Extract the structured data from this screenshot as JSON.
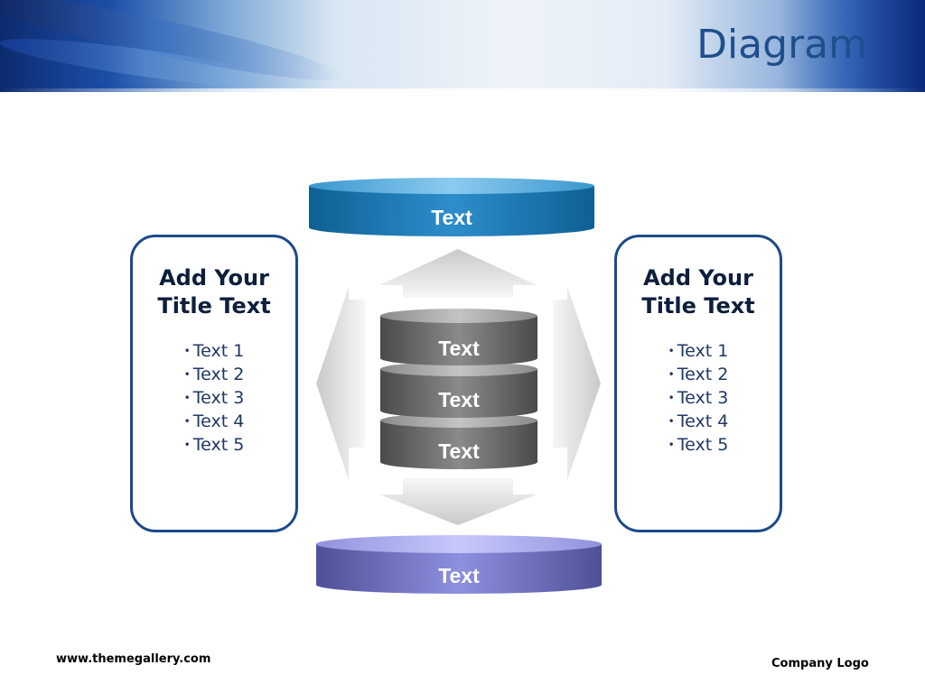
{
  "header": {
    "title": "Diagram"
  },
  "diagram": {
    "top_label": "Text",
    "bottom_label": "Text",
    "stack_labels": [
      "Text",
      "Text",
      "Text"
    ],
    "left_panel": {
      "title_line1": "Add Your",
      "title_line2": "Title Text",
      "items": [
        "Text 1",
        "Text 2",
        "Text 3",
        "Text 4",
        "Text 5"
      ]
    },
    "right_panel": {
      "title_line1": "Add Your",
      "title_line2": "Title Text",
      "items": [
        "Text 1",
        "Text 2",
        "Text 3",
        "Text 4",
        "Text 5"
      ]
    },
    "colors": {
      "top_disc": "#1f7fb8",
      "bottom_disc": "#6f71c0",
      "stack": "#6e6e6e",
      "panel_border": "#1b4a8a"
    }
  },
  "footer": {
    "website": "www.themegallery.com",
    "logo_text": "Company Logo"
  }
}
